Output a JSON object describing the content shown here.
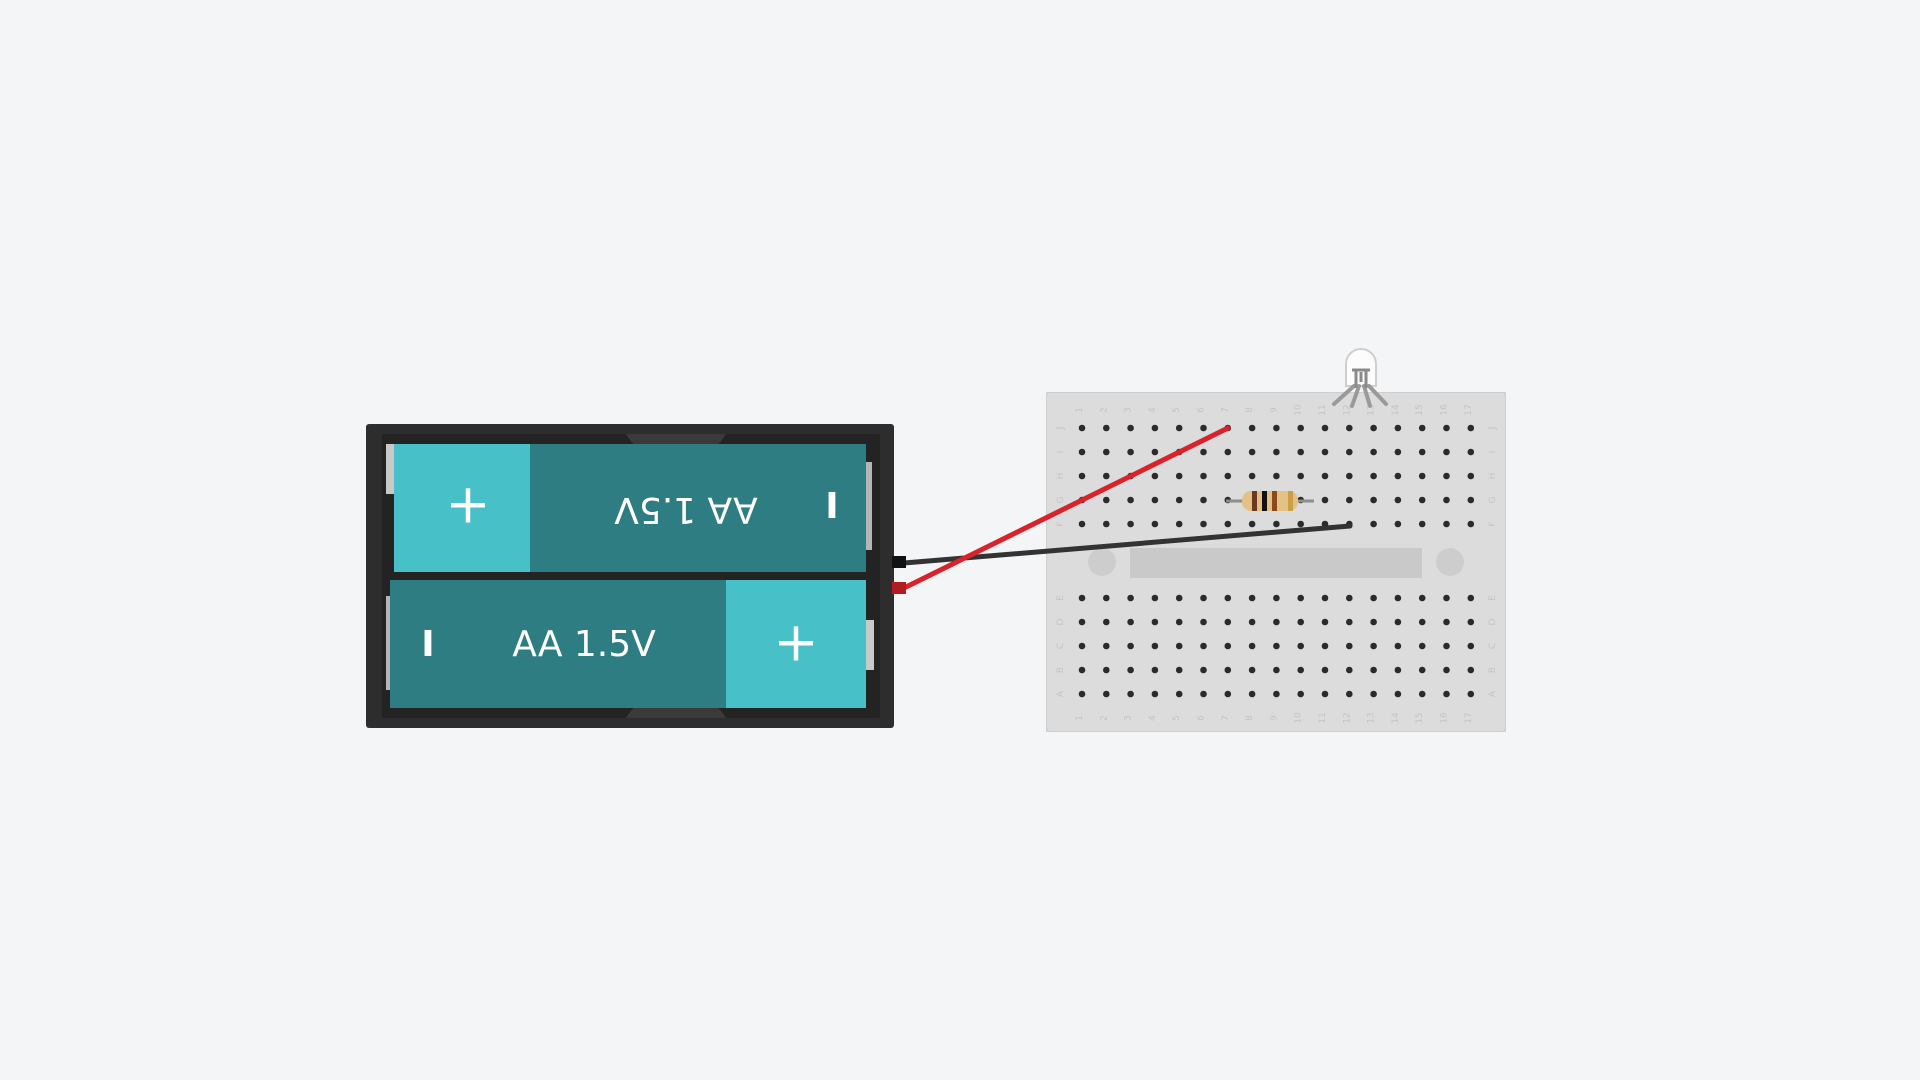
{
  "batteries": [
    {
      "label": "AA 1.5V",
      "plus": "+",
      "minus": "I",
      "orientation": "flipped"
    },
    {
      "label": "AA 1.5V",
      "plus": "+",
      "minus": "I",
      "orientation": "normal"
    }
  ],
  "breadboard": {
    "column_numbers": [
      "1",
      "2",
      "3",
      "4",
      "5",
      "6",
      "7",
      "8",
      "9",
      "10",
      "11",
      "12",
      "13",
      "14",
      "15",
      "16",
      "17"
    ],
    "top_row_letters": [
      "J",
      "I",
      "H",
      "G",
      "F"
    ],
    "bottom_row_letters": [
      "E",
      "D",
      "C",
      "B",
      "A"
    ]
  },
  "components": {
    "resistor": {
      "band_colors": [
        "#6b3a1f",
        "#111111",
        "#8a4a1e",
        "#c8a04a"
      ]
    },
    "led": {
      "type": "RGB LED"
    }
  },
  "wires": {
    "positive_color": "#d9232a",
    "negative_color": "#333333"
  },
  "colors": {
    "background": "#f3f5f7",
    "holder": "#2d2d2d",
    "battery_body": "#2e7d82",
    "battery_cap": "#47c1c7",
    "board": "#dcdcdc"
  }
}
